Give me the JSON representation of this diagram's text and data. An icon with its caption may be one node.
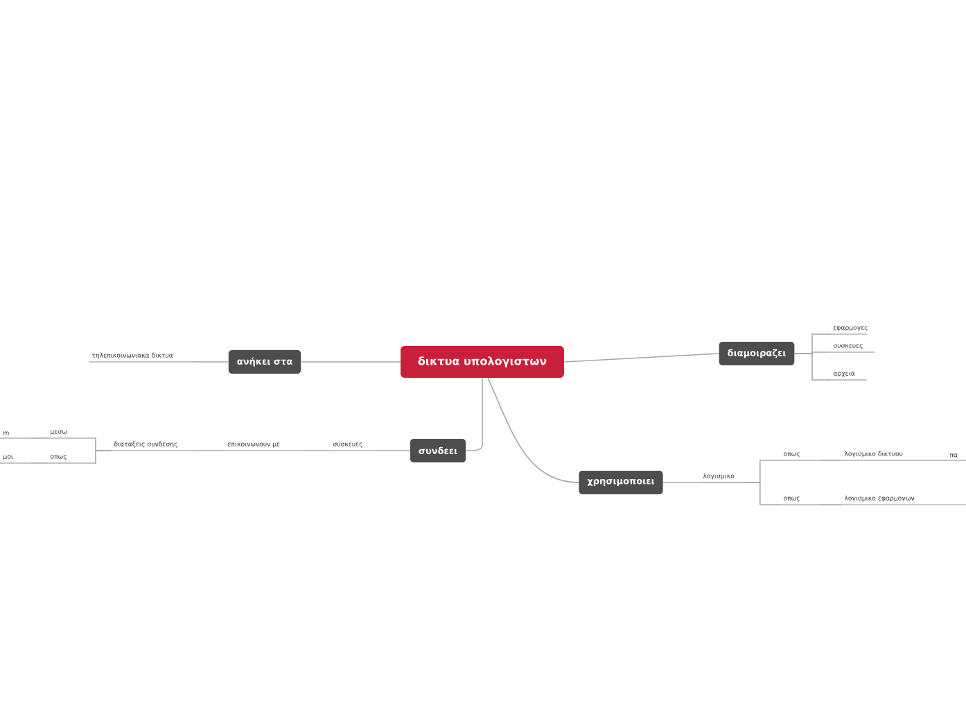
{
  "diagram": {
    "nodes": [
      {
        "text": [
          "δικτυα υπολογιστων"
        ]
      },
      {
        "text": [
          "ανήκει στα"
        ]
      },
      {
        "text": [
          "τηλεπικοινωνιακα δικτυα"
        ]
      },
      {
        "text": [
          "διαμοιραζει"
        ]
      },
      {
        "text": [
          "εφαρμογες"
        ]
      },
      {
        "text": [
          "συσκευες"
        ]
      },
      {
        "text": [
          "αρχεια"
        ]
      },
      {
        "text": [
          "συνδεει"
        ]
      },
      {
        "text": [
          "συσκευες"
        ]
      },
      {
        "text": [
          "επικοινωνουν με"
        ]
      },
      {
        "text": [
          "διαταξεις συνδεσης"
        ]
      },
      {
        "text": [
          "μεσω"
        ]
      },
      {
        "text": [
          "m"
        ]
      },
      {
        "text": [
          "οπως"
        ]
      },
      {
        "text": [
          "μοι"
        ]
      },
      {
        "text": [
          "χρησιμοποιει"
        ]
      },
      {
        "text": [
          "λογισμικο"
        ]
      },
      {
        "text": [
          "οπως"
        ]
      },
      {
        "text": [
          "λογισμικο δικτυου"
        ]
      },
      {
        "text": [
          "πα"
        ]
      },
      {
        "text": [
          "οπως"
        ]
      },
      {
        "text": [
          "λογισμικο εφαρμογων"
        ]
      }
    ],
    "edges": [
      {
        "from": 0,
        "to": 1,
        "arrow": "none"
      },
      {
        "from": 1,
        "to": 2,
        "arrow": "none"
      },
      {
        "from": 0,
        "to": 3,
        "arrow": "none"
      },
      {
        "from": 3,
        "to": 4,
        "arrow": "none"
      },
      {
        "from": 3,
        "to": 5,
        "arrow": "none"
      },
      {
        "from": 3,
        "to": 6,
        "arrow": "none"
      },
      {
        "from": 0,
        "to": 7,
        "arrow": "none"
      },
      {
        "from": 7,
        "to": 8,
        "arrow": "none"
      },
      {
        "from": 8,
        "to": 9,
        "arrow": "none"
      },
      {
        "from": 9,
        "to": 10,
        "arrow": "none"
      },
      {
        "from": 10,
        "to": 11,
        "arrow": "none"
      },
      {
        "from": 11,
        "to": 12,
        "arrow": "none"
      },
      {
        "from": 10,
        "to": 13,
        "arrow": "none"
      },
      {
        "from": 13,
        "to": 14,
        "arrow": "none"
      },
      {
        "from": 0,
        "to": 15,
        "arrow": "none"
      },
      {
        "from": 15,
        "to": 16,
        "arrow": "none"
      },
      {
        "from": 16,
        "to": 17,
        "arrow": "none"
      },
      {
        "from": 17,
        "to": 18,
        "arrow": "none"
      },
      {
        "from": 18,
        "to": 19,
        "arrow": "none"
      },
      {
        "from": 16,
        "to": 20,
        "arrow": "none"
      },
      {
        "from": 20,
        "to": 21,
        "arrow": "none"
      }
    ]
  }
}
